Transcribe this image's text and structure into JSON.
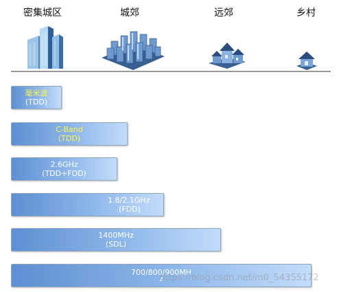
{
  "areas": [
    {
      "label": "密集城区",
      "icon": "skyscraper-icon"
    },
    {
      "label": "城郊",
      "icon": "city-blocks-icon"
    },
    {
      "label": "远郊",
      "icon": "house-cluster-icon"
    },
    {
      "label": "乡村",
      "icon": "small-house-icon"
    }
  ],
  "bands": [
    {
      "line1": "毫米波",
      "line2": "(TDD)"
    },
    {
      "line1": "C-Band",
      "line2": "(TDD)"
    },
    {
      "line1": "2.6GHz",
      "line2": "(TDD+FDD)"
    },
    {
      "line1": "1.8/2.1GHz",
      "line2": "(FDD)"
    },
    {
      "line1": "1400MHz",
      "line2": "(SDL)"
    },
    {
      "line1": "700/800/900MH",
      "line2": "z"
    }
  ],
  "colors": {
    "bar_start": "#5e8fd2",
    "bar_end": "#c2dcfb",
    "highlight_text": "#fff54a"
  },
  "watermark": "https://blog.csdn.net/m0_54355172"
}
